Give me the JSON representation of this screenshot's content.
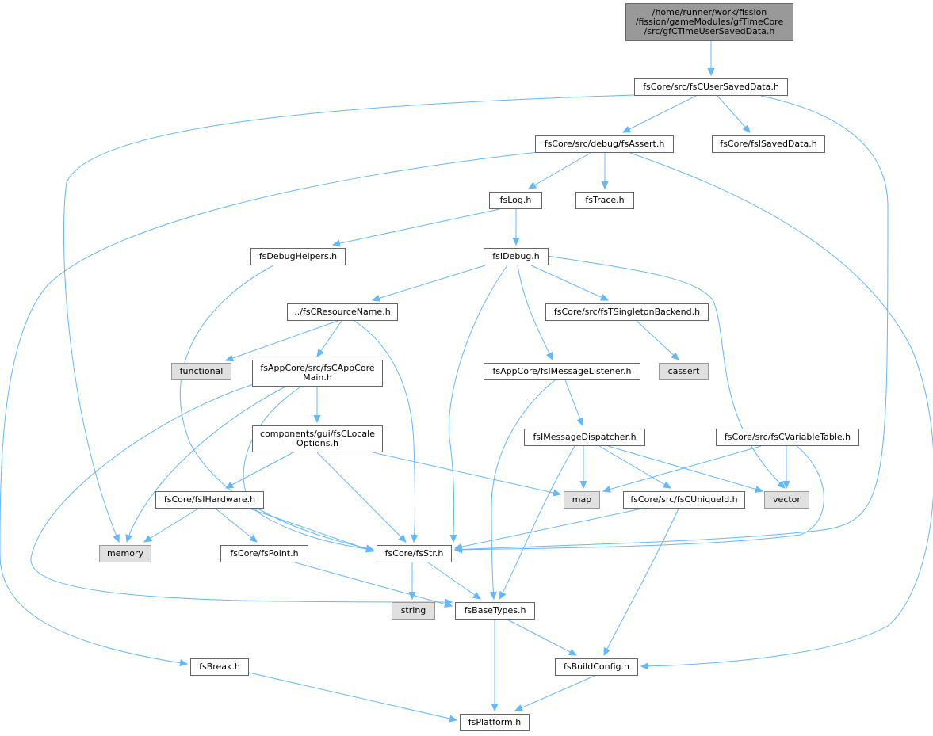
{
  "colors": {
    "edge": "#63b8ff",
    "root_fill": "#999999",
    "system_fill": "#e0e0e0",
    "node_border": "#666666"
  },
  "nodes": {
    "root": "/home/runner/work/fission\n/fission/gameModules/gfTimeCore\n/src/gfCTimeUserSavedData.h",
    "user_saved_data": "fsCore/src/fsCUserSavedData.h",
    "assert": "fsCore/src/debug/fsAssert.h",
    "isaved_data": "fsCore/fsISavedData.h",
    "log": "fsLog.h",
    "trace": "fsTrace.h",
    "debug_helpers": "fsDebugHelpers.h",
    "idebug": "fsIDebug.h",
    "resource_name": "../fsCResourceName.h",
    "singleton_backend": "fsCore/src/fsTSingletonBackend.h",
    "functional": "functional",
    "app_core_main": "fsAppCore/src/fsCAppCore\nMain.h",
    "message_listener": "fsAppCore/fsIMessageListener.h",
    "cassert": "cassert",
    "locale_options": "components/gui/fsCLocale\nOptions.h",
    "message_dispatcher": "fsIMessageDispatcher.h",
    "variable_table": "fsCore/src/fsCVariableTable.h",
    "ihardware": "fsCore/fsIHardware.h",
    "map": "map",
    "unique_id": "fsCore/src/fsCUniqueId.h",
    "vector": "vector",
    "memory": "memory",
    "point": "fsCore/fsPoint.h",
    "str": "fsCore/fsStr.h",
    "string": "string",
    "base_types": "fsBaseTypes.h",
    "break": "fsBreak.h",
    "build_config": "fsBuildConfig.h",
    "platform": "fsPlatform.h"
  }
}
